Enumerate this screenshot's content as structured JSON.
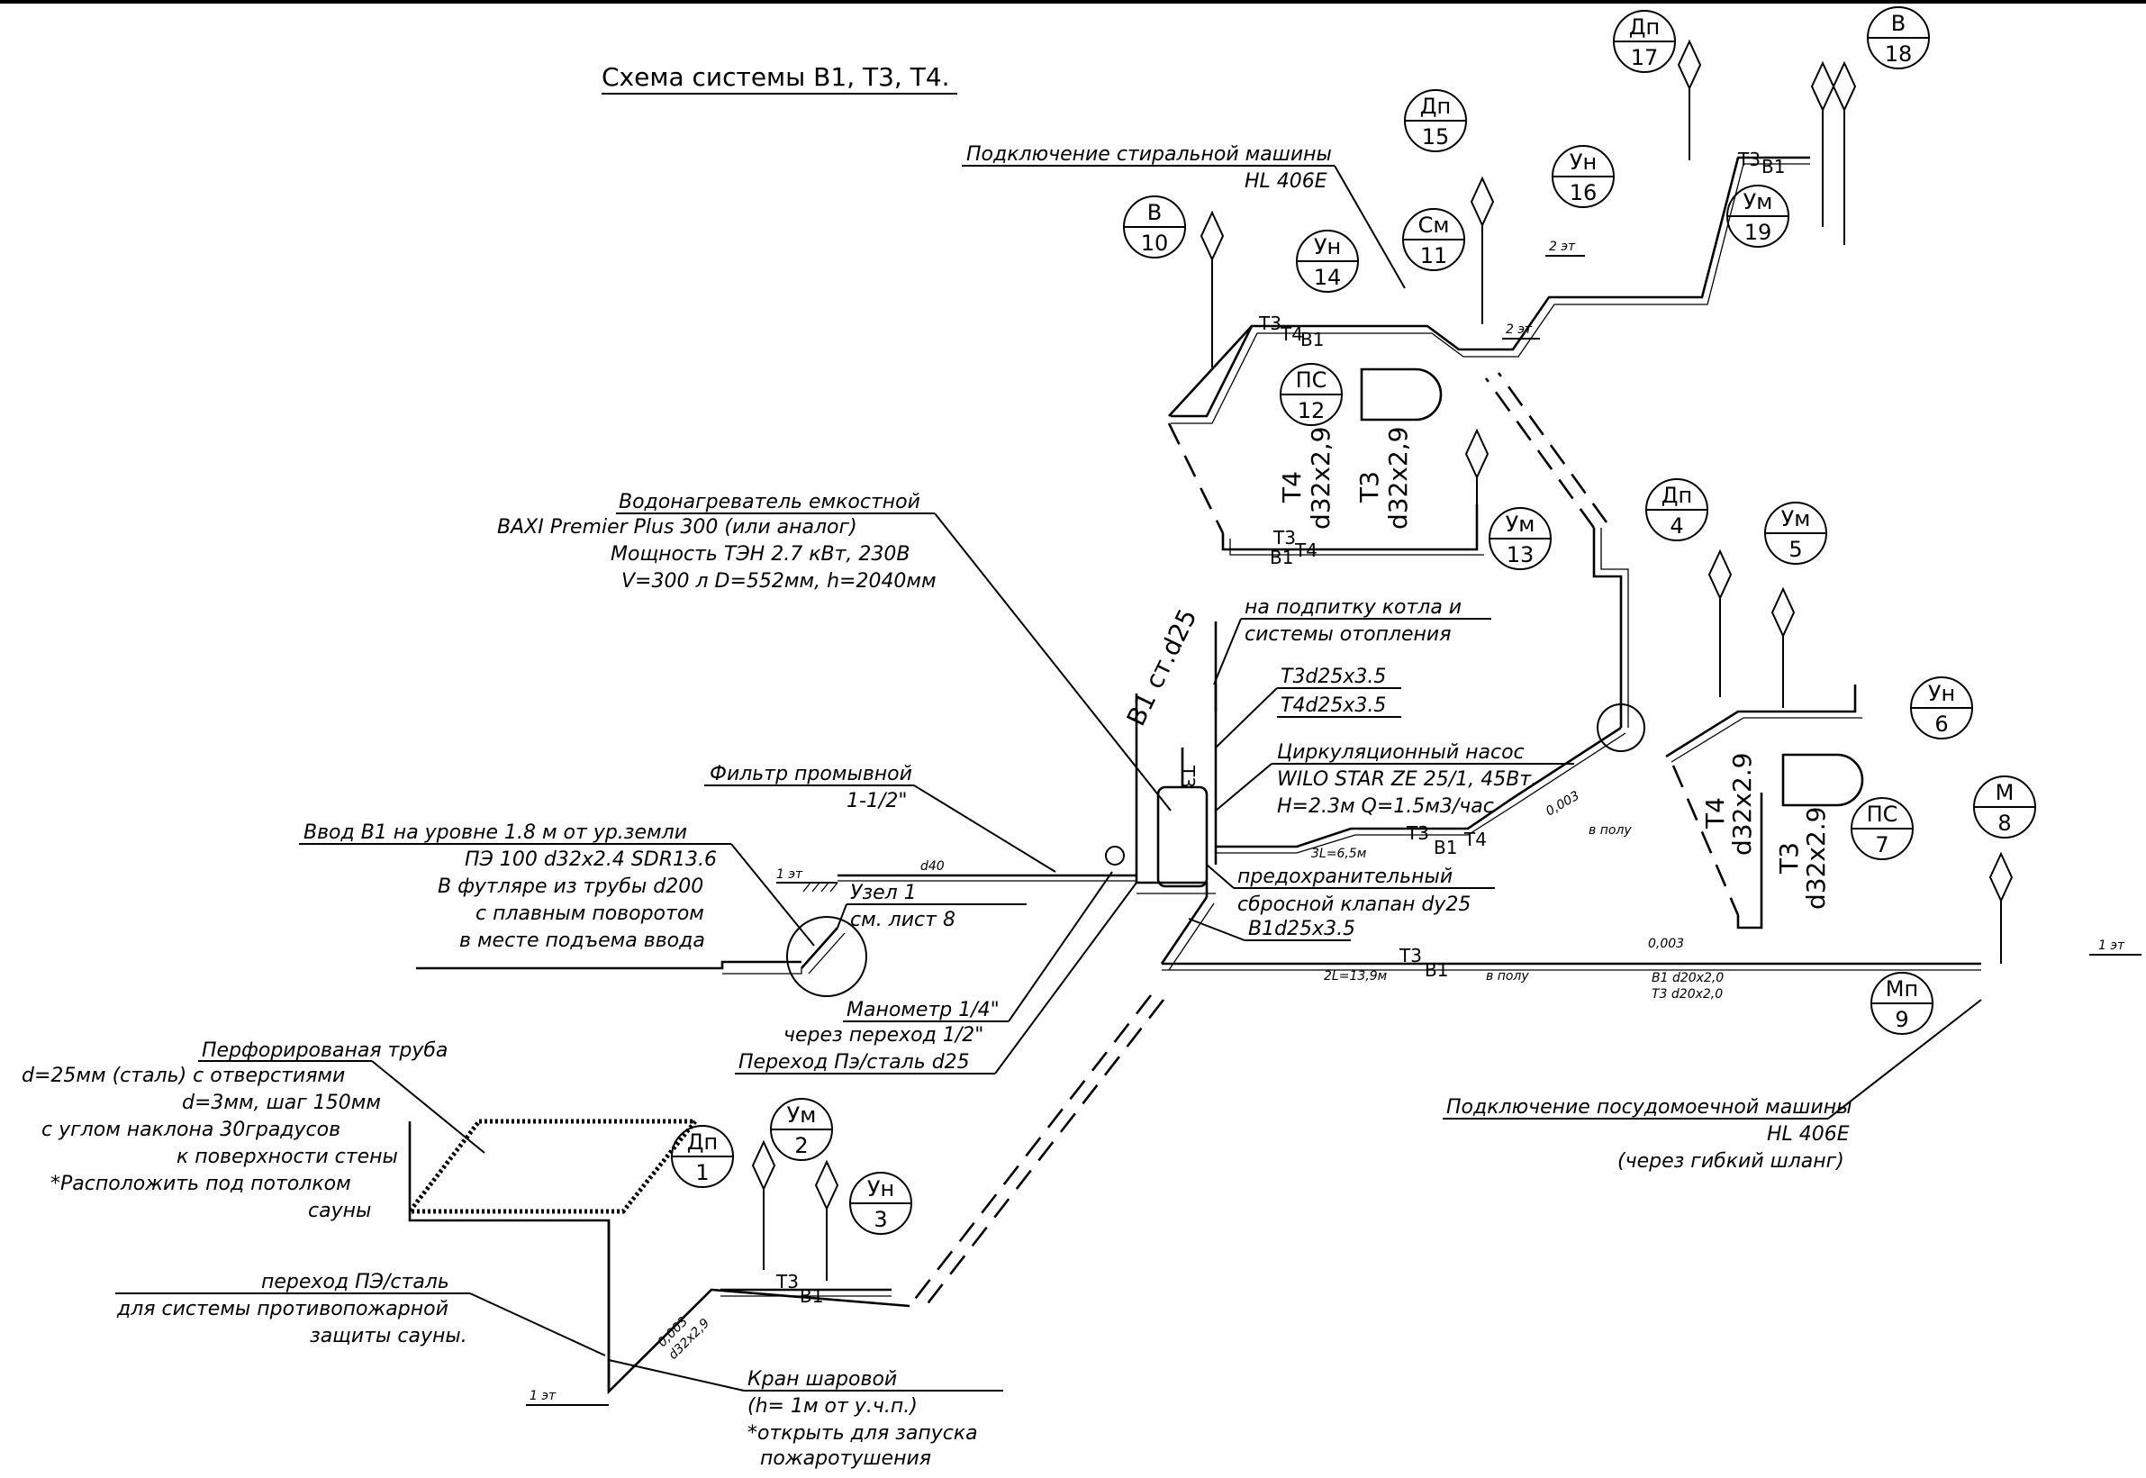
{
  "title": "Схема системы В1, Т3, Т4.",
  "badges": [
    {
      "code": "Дп",
      "num": "1"
    },
    {
      "code": "Ум",
      "num": "2"
    },
    {
      "code": "Ун",
      "num": "3"
    },
    {
      "code": "Дп",
      "num": "4"
    },
    {
      "code": "Ум",
      "num": "5"
    },
    {
      "code": "Ун",
      "num": "6"
    },
    {
      "code": "ПС",
      "num": "7"
    },
    {
      "code": "М",
      "num": "8"
    },
    {
      "code": "Мп",
      "num": "9"
    },
    {
      "code": "В",
      "num": "10"
    },
    {
      "code": "См",
      "num": "11"
    },
    {
      "code": "ПС",
      "num": "12"
    },
    {
      "code": "Ум",
      "num": "13"
    },
    {
      "code": "Ун",
      "num": "14"
    },
    {
      "code": "Дп",
      "num": "15"
    },
    {
      "code": "Ун",
      "num": "16"
    },
    {
      "code": "Дп",
      "num": "17"
    },
    {
      "code": "В",
      "num": "18"
    },
    {
      "code": "Ум",
      "num": "19"
    }
  ],
  "notes": {
    "washer": [
      "Подключение стиральной машины",
      "HL 406E"
    ],
    "heater": [
      "Водонагреватель емкостной",
      "BAXI  Premier Plus 300 (или аналог)",
      "Мощность ТЭН 2.7 кВт, 230В",
      "V=300 л D=552мм, h=2040мм"
    ],
    "boiler": [
      "на подпитку котла и",
      "системы отопления"
    ],
    "t3": "Т3d25х3.5",
    "t4": "Т4d25х3.5",
    "pump": [
      "Циркуляционный насос",
      "WILO STAR ZE  25/1, 45Вт.",
      "H=2.3м Q=1.5м3/час"
    ],
    "valve": [
      "предохранительный",
      "сбросной клапан dy25"
    ],
    "b1": "В1d25х3.5",
    "filter": [
      "Фильтр промывной",
      "1-1/2\""
    ],
    "inlet": [
      "Ввод В1 на уровне 1.8 м от ур.земли",
      "ПЭ 100 d32х2.4   SDR13.6",
      "В футляре из трубы d200",
      "с плавным поворотом",
      "в месте подъема ввода"
    ],
    "node": [
      "Узел 1",
      "см. лист 8"
    ],
    "gauge": [
      "Манометр 1/4\"",
      "через переход 1/2\"",
      "Переход Пэ/сталь d25"
    ],
    "perforated": [
      "Перфорированая труба",
      "d=25мм (сталь) с отверстиями",
      "d=3мм, шаг 150мм",
      "с углом наклона 30градусов",
      "к поверхности стены",
      "*Расположить под потолком",
      "сауны"
    ],
    "transition": [
      "переход ПЭ/сталь",
      "для системы противопожарной",
      "защиты сауны."
    ],
    "ballvalve": [
      "Кран шаровой",
      "(h= 1м от у.ч.п.)",
      "*открыть для запуска",
      "пожаротушения"
    ],
    "dishwasher": [
      "Подключение посудомоечной машины",
      "HL 406E",
      "(через гибкий шланг)"
    ]
  },
  "riser": "В1 ст.d25",
  "vertical_labels": {
    "a_t4": "Т4",
    "a_t4d": "d32x2,9",
    "a_t3": "Т3",
    "a_t3d": "d32x2,9",
    "b_t4": "Т4",
    "b_t4d": "d32x2.9",
    "b_t3": "Т3",
    "b_t3d": "d32x2.9"
  },
  "pipe_tags": {
    "t3": "Т3",
    "t4": "Т4",
    "b1": "В1",
    "t3v": "Т3",
    "d40": "d40",
    "l3": "3L=6,5м",
    "l2": "2L=13,9м",
    "vpolu": "в полу",
    "slope": "0,003",
    "b1spec": "В1 d20x2,0",
    "t3spec": "Т3 d20x2,0",
    "d32": "d32x2,9"
  },
  "levels": {
    "first": "1 эт",
    "second": "2 эт"
  },
  "colors": {
    "ink": "#000000",
    "paper": "#ffffff"
  }
}
